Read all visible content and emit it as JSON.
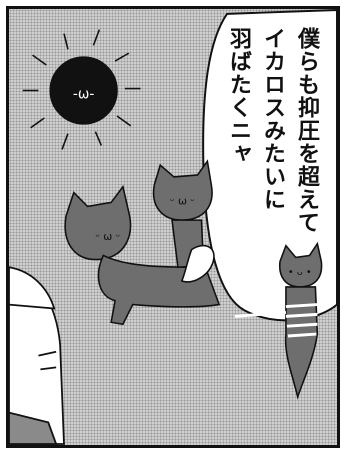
{
  "speech": {
    "lines": [
      "僕らも抑圧を超えて",
      "イカロスみたいに",
      "羽ばたくニャ"
    ]
  },
  "sun_face": "-ω-",
  "colors": {
    "ink": "#111111",
    "tone": "#cfcfcf",
    "cat": "#6e6e6e",
    "paper": "#ffffff"
  }
}
